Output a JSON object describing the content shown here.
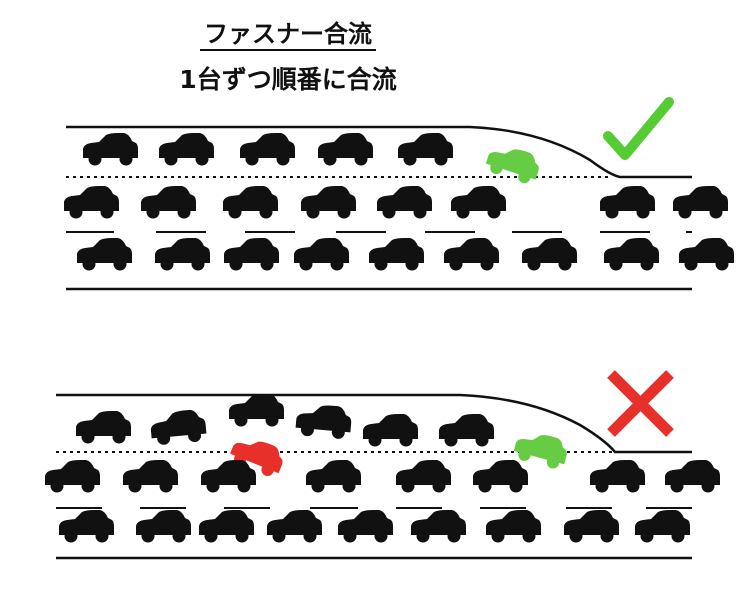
{
  "title": "ファスナー合流",
  "subtitle": "1台ずつ順番に合流",
  "good_mark": "check-mark",
  "bad_mark": "cross-mark",
  "colors": {
    "car": "#111111",
    "merge_good": "#66cc44",
    "merge_bad": "#e8302a",
    "check": "#55cc33",
    "cross": "#e8302a",
    "road": "#111111"
  }
}
